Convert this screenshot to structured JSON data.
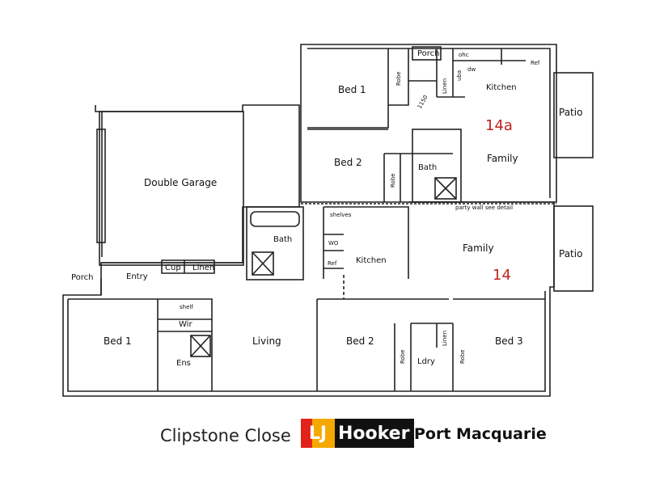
{
  "plan": {
    "rooms": {
      "double_garage": "Double Garage",
      "porch_left": "Porch",
      "entry": "Entry",
      "cup": "Cup",
      "linen_entry": "Linen",
      "bath_lower": "Bath",
      "bed1_lower": "Bed 1",
      "shelf": "shelf",
      "wir": "Wir",
      "ens": "Ens",
      "living": "Living",
      "bed2_lower": "Bed 2",
      "robe_bed2_lower": "Robe",
      "ldry": "Ldry",
      "linen_ldry": "Linen",
      "robe_bed3": "Robe",
      "bed3": "Bed 3",
      "shelves": "shelves",
      "wo": "WO",
      "ref_lower": "Ref",
      "kitchen_lower": "Kitchen",
      "family_lower": "Family",
      "patio_lower": "Patio",
      "party_wall": "party wall see detail",
      "bed1_upper": "Bed 1",
      "robe_bed1_upper": "Robe",
      "porch_upper": "Porch",
      "ohc": "ohc",
      "ref_upper": "Ref",
      "dw": "dw",
      "linen_upper": "Linen",
      "uba": "uba",
      "kitchen_upper": "Kitchen",
      "dim_1150": "1150",
      "bed2_upper": "Bed 2",
      "robe_bed2_upper": "Robe",
      "bath_upper": "Bath",
      "family_upper": "Family",
      "patio_upper": "Patio"
    },
    "units": {
      "upper": "14a",
      "lower": "14"
    },
    "unit_color": "#c0231e"
  },
  "footer": {
    "address": "Clipstone Close",
    "logo_lj": "LJ",
    "logo_name": "Hooker",
    "office": "Port Macquarie",
    "brand_colors": {
      "red": "#e2231a",
      "yellow": "#f5a800",
      "black": "#111111"
    }
  }
}
